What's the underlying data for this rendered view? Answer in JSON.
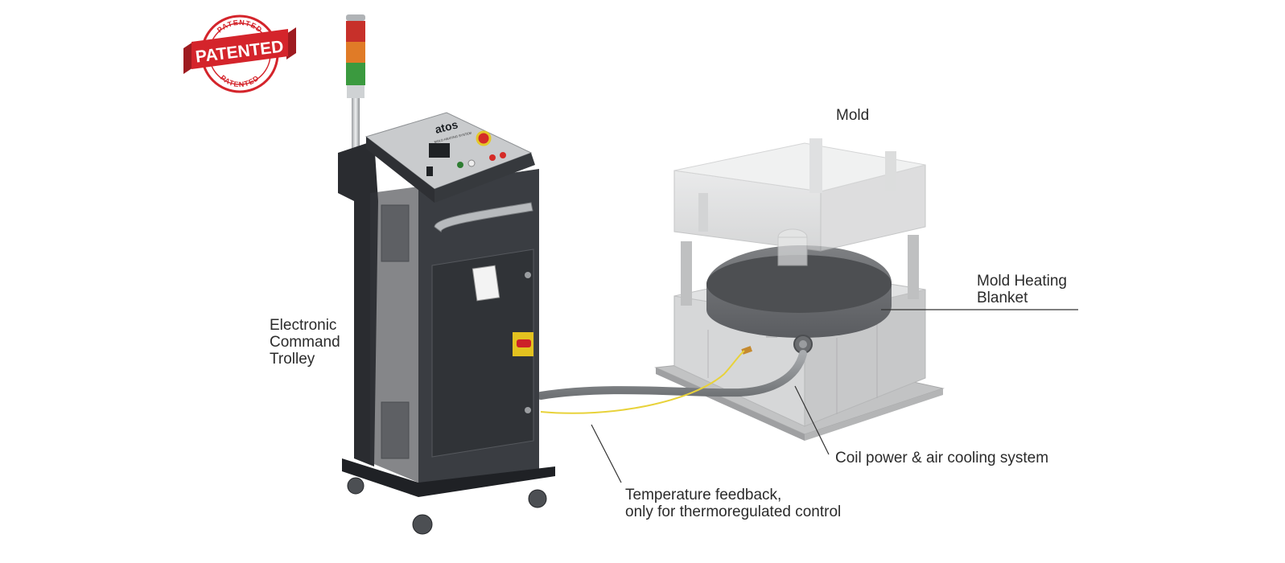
{
  "badge": {
    "main_text": "PATENTED",
    "ring_text_top": "PATENTED",
    "ring_text_bottom": "PATENTED"
  },
  "labels": {
    "mold": "Mold",
    "blanket": [
      "Mold Heating",
      "Blanket"
    ],
    "trolley": [
      "Electronic",
      "Command",
      "Trolley"
    ],
    "coil": "Coil power & air cooling system",
    "temperature": [
      "Temperature feedback,",
      "only for thermoregulated control"
    ]
  },
  "panel": {
    "brand": "atos",
    "subtitle": "MOLD HEATING SYSTEM"
  },
  "colors": {
    "badge_red": "#d4242b",
    "trolley_body": "#2f3236",
    "mold_grey": "#c9cacb",
    "thermocouple_yellow": "#e8d23a",
    "cable_grey": "#8a8d90",
    "leader_line": "#333333"
  }
}
